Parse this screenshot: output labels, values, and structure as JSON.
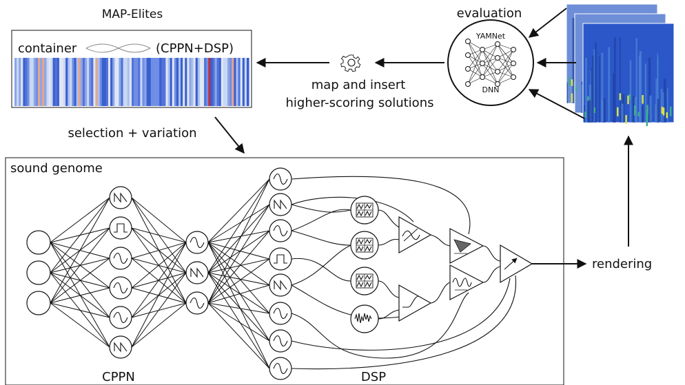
{
  "map_elites": {
    "title": "MAP-Elites",
    "container_left": "container",
    "container_right": "(CPPN+DSP)"
  },
  "evaluation": {
    "title": "evaluation",
    "model_top": "YAMNet",
    "model_bottom": "DNN"
  },
  "insert": {
    "line1": "map and insert",
    "line2": "higher-scoring solutions",
    "icon": "gear-icon"
  },
  "selection_label": "selection + variation",
  "genome": {
    "title": "sound genome",
    "cppn_label": "CPPN",
    "dsp_label": "DSP"
  },
  "rendering_label": "rendering",
  "colors": {
    "line": "#111111",
    "heatmap_base": "#6f8fe6",
    "heatmap_light": "#c9d7f2",
    "heatmap_dark": "#3b5fcf",
    "heatmap_red": "#c0303a",
    "heatmap_salmon": "#e9a48a",
    "spectrogram_blue": "#2b57c8",
    "spectrogram_green": "#3fae8c",
    "spectrogram_yellow": "#d7e34a"
  }
}
